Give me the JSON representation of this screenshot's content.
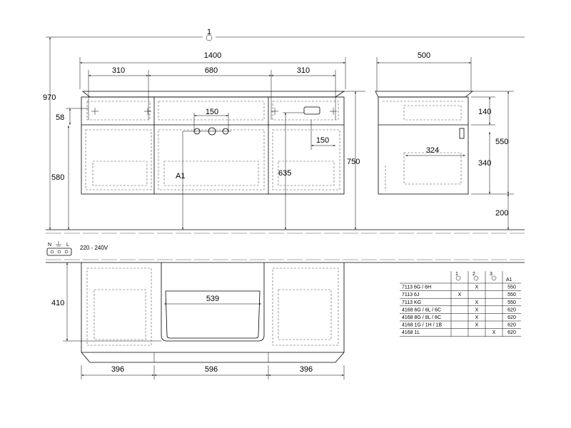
{
  "front_view": {
    "width_total": "1400",
    "left_module": "310",
    "center_module": "680",
    "right_module": "310",
    "tap_spacing": "150",
    "drawer_gap": "58",
    "lower_height": "580",
    "a1": "A1",
    "center_height": "635",
    "overall_height": "750",
    "total_height": "970",
    "side_offset": "150",
    "callout": "1"
  },
  "side_view": {
    "depth": "500",
    "top_drawer": "140",
    "lower_drawer": "340",
    "inner_depth": "324",
    "height": "550",
    "floor_clearance": "200"
  },
  "electrical": {
    "labels": [
      "N",
      "L"
    ],
    "voltage": "220 - 240V"
  },
  "plan_view": {
    "depth": "410",
    "inner_width": "539",
    "left_width": "396",
    "center_width": "596",
    "right_width": "396"
  },
  "variants_table": {
    "headers": [
      "1",
      "2",
      "3",
      "A1"
    ],
    "rows": [
      {
        "code": "7113 6G / 6H",
        "c1": "",
        "c2": "X",
        "c3": "",
        "a1": "550"
      },
      {
        "code": "7113 6J",
        "c1": "X",
        "c2": "",
        "c3": "",
        "a1": "550"
      },
      {
        "code": "7113 KG",
        "c1": "",
        "c2": "X",
        "c3": "",
        "a1": "550"
      },
      {
        "code": "4168 6G / 6L / 6C",
        "c1": "",
        "c2": "X",
        "c3": "",
        "a1": "620"
      },
      {
        "code": "4168 8G / 8L / 8C",
        "c1": "",
        "c2": "X",
        "c3": "",
        "a1": "620"
      },
      {
        "code": "4168 1G / 1H / 1B",
        "c1": "",
        "c2": "X",
        "c3": "",
        "a1": "620"
      },
      {
        "code": "4168 1L",
        "c1": "",
        "c2": "",
        "c3": "X",
        "a1": "620"
      }
    ]
  }
}
